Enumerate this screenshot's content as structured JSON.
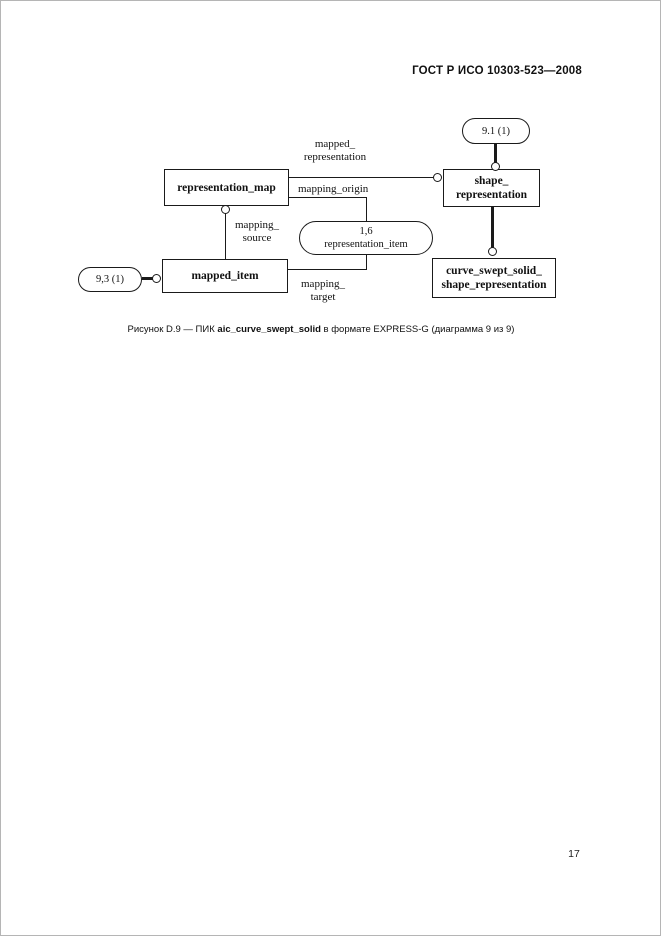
{
  "header": {
    "title": "ГОСТ Р ИСО 10303-523—2008"
  },
  "footer": {
    "page_number": "17"
  },
  "caption": {
    "prefix": "Рисунок D.9 — ПИК ",
    "figure_code": "aic_curve_swept_solid",
    "suffix": " в формате EXPRESS-G (диаграмма 9 из 9)"
  },
  "diagram": {
    "page_refs": {
      "top": "9.1 (1)",
      "left": "9,3 (1)",
      "center": {
        "line1": "1,6",
        "line2": "representation_item"
      }
    },
    "entities": {
      "representation_map": "representation_map",
      "shape_representation": {
        "line1": "shape_",
        "line2": "representation"
      },
      "mapped_item": "mapped_item",
      "curve_swept_solid_shape_representation": {
        "line1": "curve_swept_solid_",
        "line2": "shape_representation"
      }
    },
    "attributes": {
      "mapped_representation": {
        "line1": "mapped_",
        "line2": "representation"
      },
      "mapping_origin": "mapping_origin",
      "mapping_source": {
        "line1": "mapping_",
        "line2": "source"
      },
      "mapping_target": {
        "line1": "mapping_",
        "line2": "target"
      }
    }
  }
}
